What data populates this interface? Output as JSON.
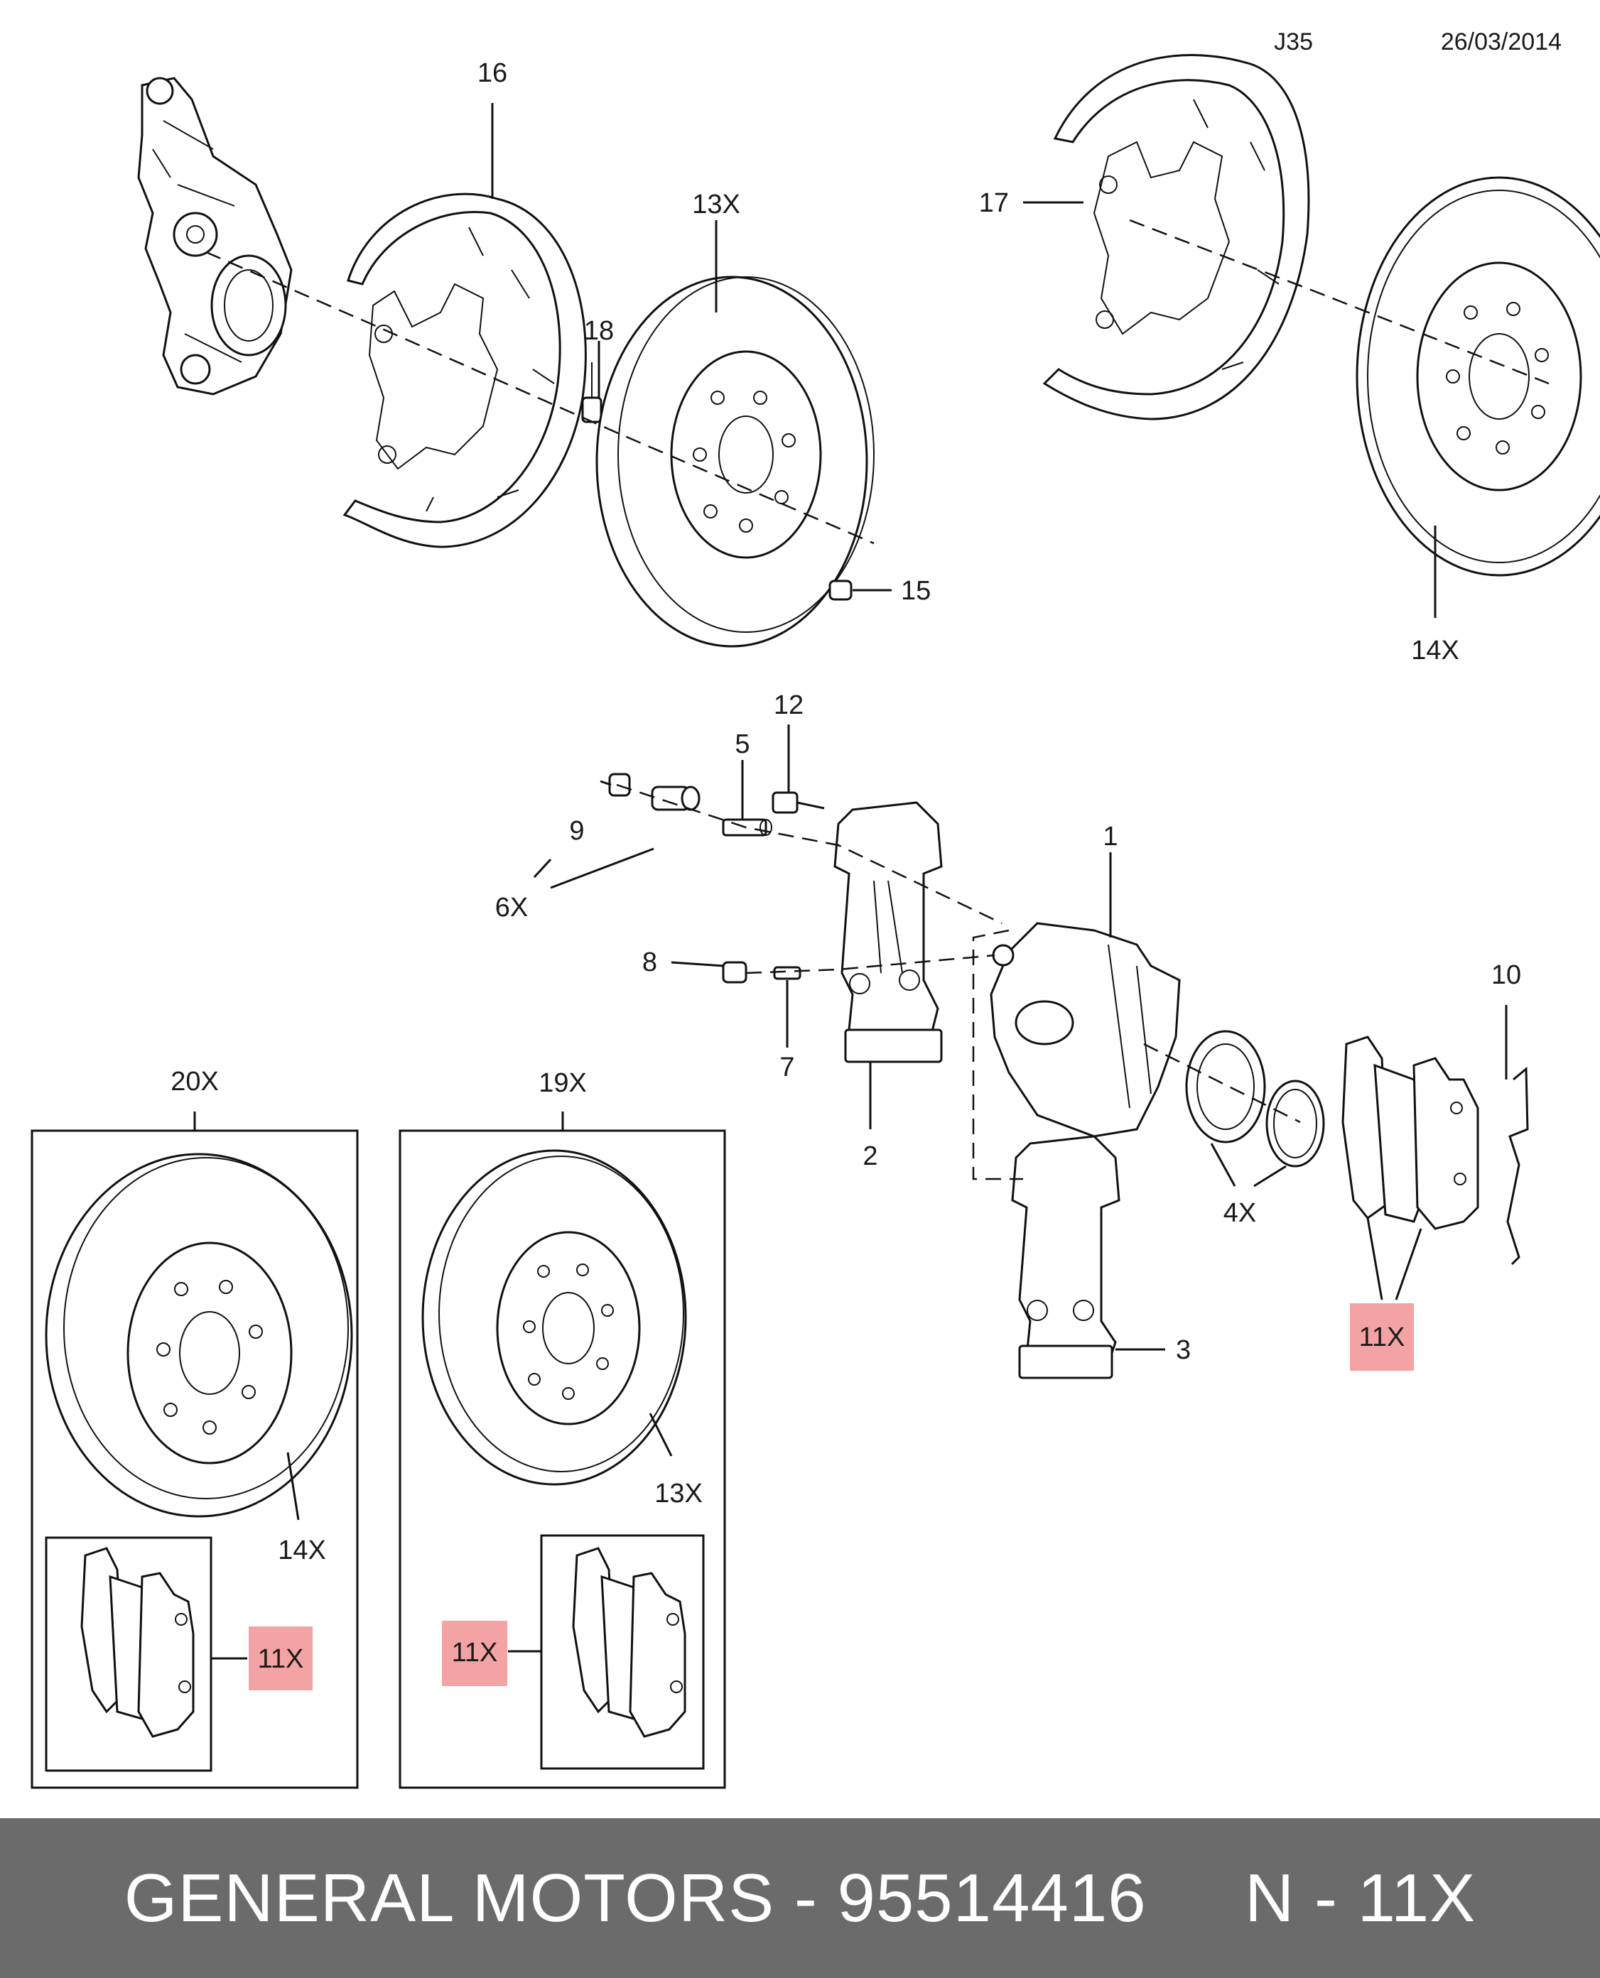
{
  "header": {
    "code": "J35",
    "date": "26/03/2014"
  },
  "callouts": {
    "c16": "16",
    "c13x_top": "13X",
    "c18": "18",
    "c15": "15",
    "c17": "17",
    "c14x_top": "14X",
    "c12": "12",
    "c5": "5",
    "c9": "9",
    "c6x": "6X",
    "c1": "1",
    "c8": "8",
    "c7": "7",
    "c2": "2",
    "c10": "10",
    "c4x": "4X",
    "c3": "3",
    "c11x_main": "11X",
    "c20x": "20X",
    "c14x_box": "14X",
    "c11x_left": "11X",
    "c19x": "19X",
    "c13x_box": "13X",
    "c11x_right": "11X"
  },
  "highlight_color": "#f3a3a3",
  "footer": {
    "brand": "GENERAL MOTORS",
    "part_number": "95514416",
    "ref_label": "N - 11X",
    "full": "GENERAL MOTORS - 95514416     N - 11X"
  }
}
